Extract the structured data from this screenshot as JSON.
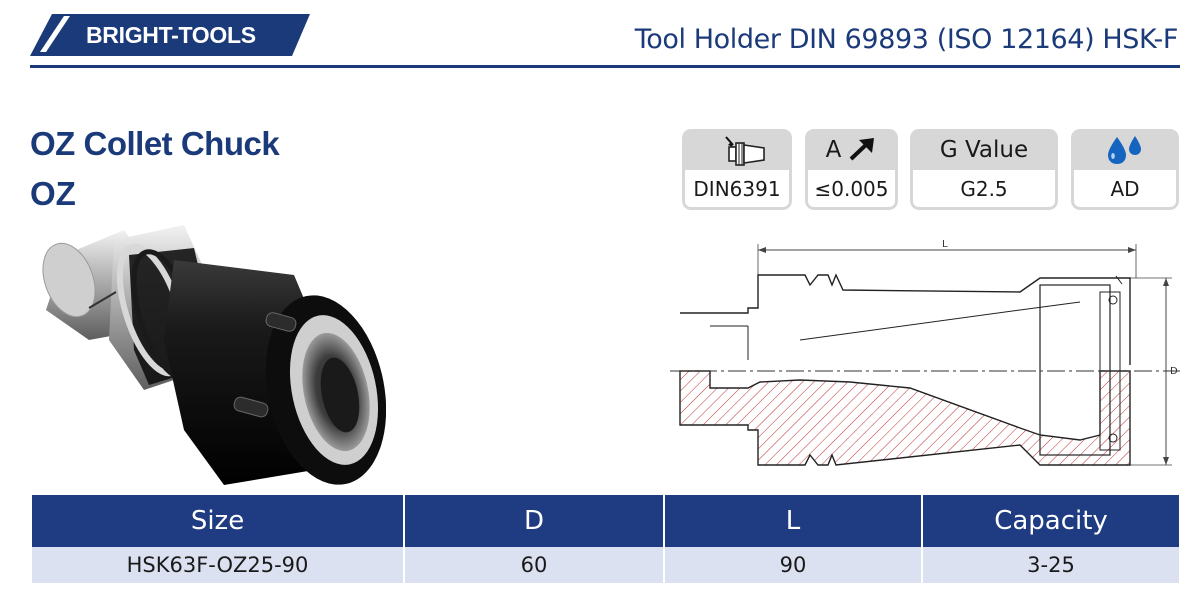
{
  "brand": {
    "logo_text": "BRIGHT-TOOLS",
    "color": "#1b3a7a"
  },
  "header": {
    "title": "Tool Holder DIN 69893 (ISO 12164) HSK-F"
  },
  "product": {
    "title": "OZ Collet Chuck",
    "subtitle": "OZ"
  },
  "specs": [
    {
      "icon": "collet-standard-icon",
      "value": "DIN6391"
    },
    {
      "icon": "runout-arrow-icon",
      "label": "A",
      "value": "≤0.005"
    },
    {
      "label": "G Value",
      "value": "G2.5"
    },
    {
      "icon": "coolant-drops-icon",
      "value": "AD"
    }
  ],
  "drawing": {
    "dim_length": "L",
    "dim_diameter": "D"
  },
  "table": {
    "headers": [
      "Size",
      "D",
      "L",
      "Capacity"
    ],
    "rows": [
      [
        "HSK63F-OZ25-90",
        "60",
        "90",
        "3-25"
      ]
    ]
  },
  "colors": {
    "header_fill": "#1f3c82",
    "row_fill": "#dbe1f1",
    "spec_gray": "#d7d7d7"
  }
}
